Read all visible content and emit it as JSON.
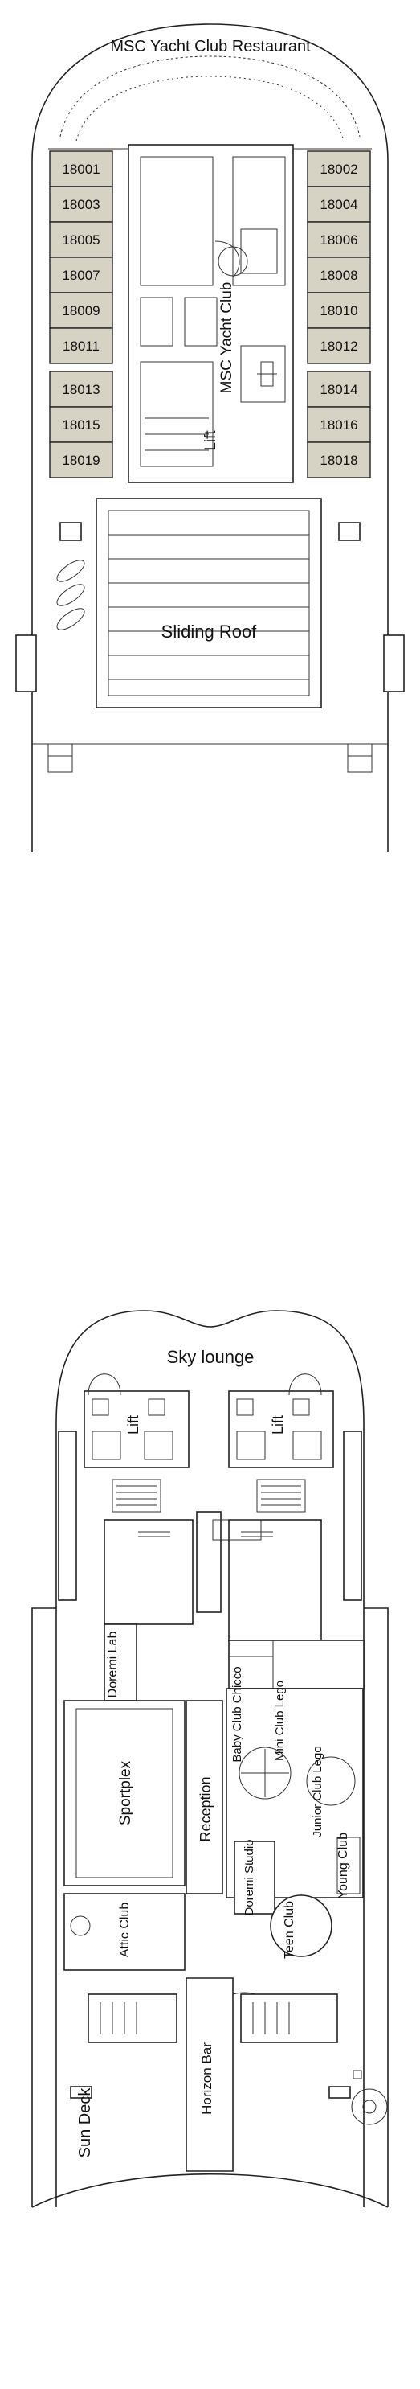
{
  "deck_upper": {
    "restaurant_label": "MSC Yacht Club Restaurant",
    "yacht_club_label": "MSC Yacht Club",
    "lift_label": "Lift",
    "sliding_roof_label": "Sliding Roof",
    "cabins_left": [
      "18001",
      "18003",
      "18005",
      "18007",
      "18009",
      "18011",
      "18013",
      "18015",
      "18019"
    ],
    "cabins_right": [
      "18002",
      "18004",
      "18006",
      "18008",
      "18010",
      "18012",
      "18014",
      "18016",
      "18018"
    ]
  },
  "deck_lower": {
    "sky_lounge_label": "Sky lounge",
    "lift_left_label": "Lift",
    "lift_right_label": "Lift",
    "doremi_lab_label": "Doremi Lab",
    "sportplex_label": "Sportplex",
    "reception_label": "Reception",
    "baby_club_label": "Baby Club Chicco",
    "mini_club_label": "Mini Club Lego",
    "junior_club_label": "Junior Club Lego",
    "young_club_label": "Young Club",
    "doremi_studio_label": "Doremi Studio",
    "teen_club_label": "Teen Club",
    "attic_club_label": "Attic Club",
    "horizon_bar_label": "Horizon Bar",
    "sun_deck_label": "Sun Deck"
  }
}
